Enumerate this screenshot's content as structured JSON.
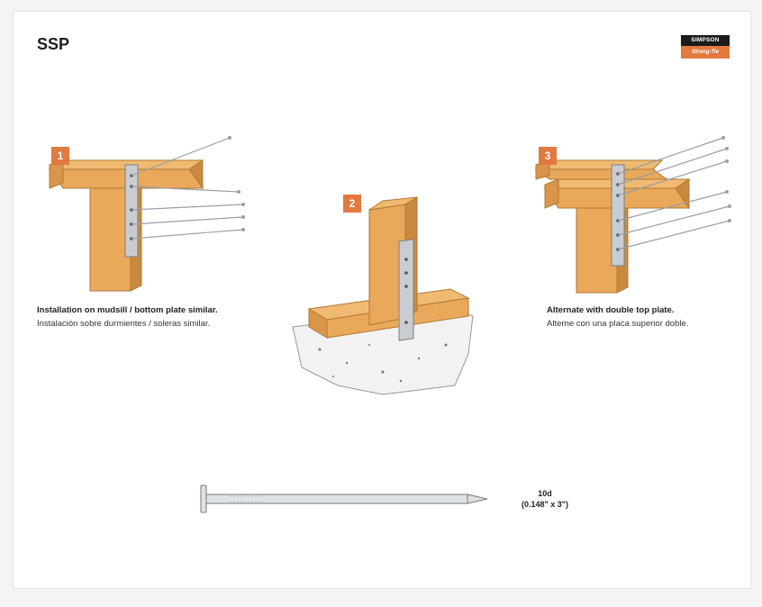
{
  "title": "SSP",
  "logo": {
    "top_text": "SIMPSON",
    "bottom_text": "Strong-Tie"
  },
  "figures": [
    {
      "number": "1",
      "caption_en": "Installation on mudsill / bottom plate similar.",
      "caption_es": "Instalación sobre durmientes / soleras similar."
    },
    {
      "number": "2"
    },
    {
      "number": "3",
      "caption_en": "Alternate with double top plate.",
      "caption_es": "Alterne con una placa superior doble."
    }
  ],
  "nail": {
    "size": "10d",
    "dimensions": "(0.148\" x 3\")"
  },
  "colors": {
    "wood": "#e9a85a",
    "wood_dark": "#c98a3f",
    "plate": "#c9ccd0",
    "accent": "#e2793f",
    "concrete": "#f2f2f2"
  }
}
